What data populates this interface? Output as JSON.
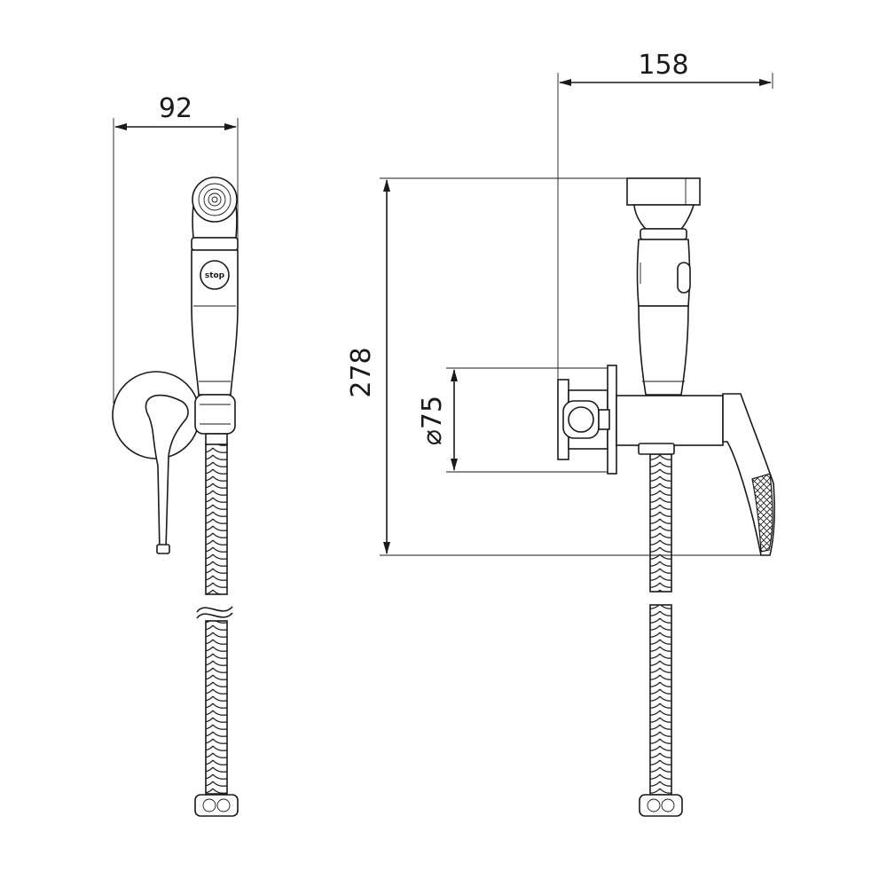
{
  "dimensions": {
    "front_width": "92",
    "side_width": "158",
    "height": "278",
    "flange_diameter": "⌀75"
  },
  "labels": {
    "button": "stop"
  }
}
